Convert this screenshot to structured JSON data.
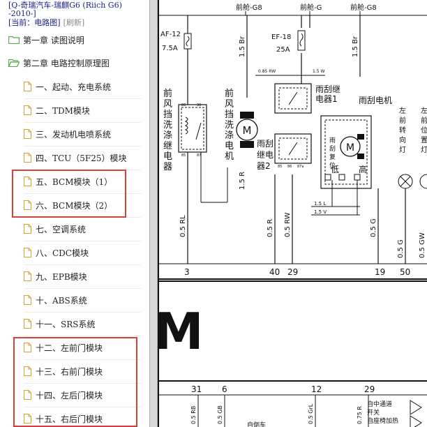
{
  "header": {
    "title": "[Q-奇瑞汽车-瑞麒G6 (Riich G6) -2010-]",
    "current_label": "[当前：电路图]",
    "refresh_label": "[刷新]"
  },
  "tree": {
    "chapters": [
      {
        "label": "第一章 读图说明"
      },
      {
        "label": "第二章 电路控制原理图"
      }
    ],
    "items": [
      {
        "label": "一、起动、充电系统"
      },
      {
        "label": "二、TDM模块"
      },
      {
        "label": "三、发动机电喷系统"
      },
      {
        "label": "四、TCU（5F25）模块"
      },
      {
        "label": "五、BCM模块（1）"
      },
      {
        "label": "六、BCM模块（2）"
      },
      {
        "label": "七、空调系统"
      },
      {
        "label": "八、CDC模块"
      },
      {
        "label": "九、EPB模块"
      },
      {
        "label": "十、ABS系统"
      },
      {
        "label": "十一、SRS系统"
      },
      {
        "label": "十二、左前门模块"
      },
      {
        "label": "十三、右前门模块"
      },
      {
        "label": "十四、左后门模块"
      },
      {
        "label": "十五、右后门模块"
      }
    ]
  },
  "colors": {
    "highlight": "#d9403a",
    "folder": "#5aa84a",
    "file": "#e0a030",
    "line": "#111111"
  },
  "diagram": {
    "top_bus": [
      "前舱-G8",
      "前舱-G",
      "前舱-G8"
    ],
    "fuse1": "AF-12",
    "fuse1_rating": "7.5A",
    "fuse2": "EF-18",
    "fuse2_rating": "25A",
    "wire_top1": "1.5 Br",
    "wire_top2": "1.5 Br",
    "wire_small": "0.85 RW",
    "wire_small2": "1.5 W",
    "label_washer_relay": [
      "前",
      "风",
      "挡",
      "洗",
      "涤",
      "继",
      "电",
      "器"
    ],
    "label_washer_motor": [
      "前",
      "风",
      "挡",
      "洗",
      "涤",
      "电",
      "机"
    ],
    "label_wiper_relay2": [
      "雨刮",
      "继电",
      "器2"
    ],
    "label_wiper_relay1": [
      "雨刮继",
      "电器1"
    ],
    "label_wiper_motor": "雨刮电机",
    "label_low": "低",
    "label_high": "高",
    "label_reset": [
      "雨",
      "刮",
      "复",
      "位"
    ],
    "label_turn": [
      "左",
      "前",
      "转",
      "向",
      "灯"
    ],
    "label_pos": [
      "左",
      "前",
      "位",
      "置",
      "灯"
    ],
    "motor_letter": "M",
    "wire_15R": "1.5 R",
    "wire_15L": "1.5 L",
    "wire_15V": "1.5 V",
    "vert_wires": [
      "0.5 RL",
      "0.5 R",
      "0.5 RW",
      "0.5 G",
      "0.5 G",
      "0.5 GW"
    ],
    "pins1": [
      "3",
      "40",
      "29",
      "19",
      "50"
    ],
    "big_letter": "M",
    "pins2": [
      "31",
      "6",
      "12",
      "29"
    ],
    "lower_wires": [
      "0.5 RB",
      "0.5 GB",
      "0.5 GrL",
      "0.75 R"
    ],
    "lower_labels": [
      "自中通道",
      "开关",
      "自座椅加热"
    ],
    "lower_label_cut": "自倒车"
  }
}
